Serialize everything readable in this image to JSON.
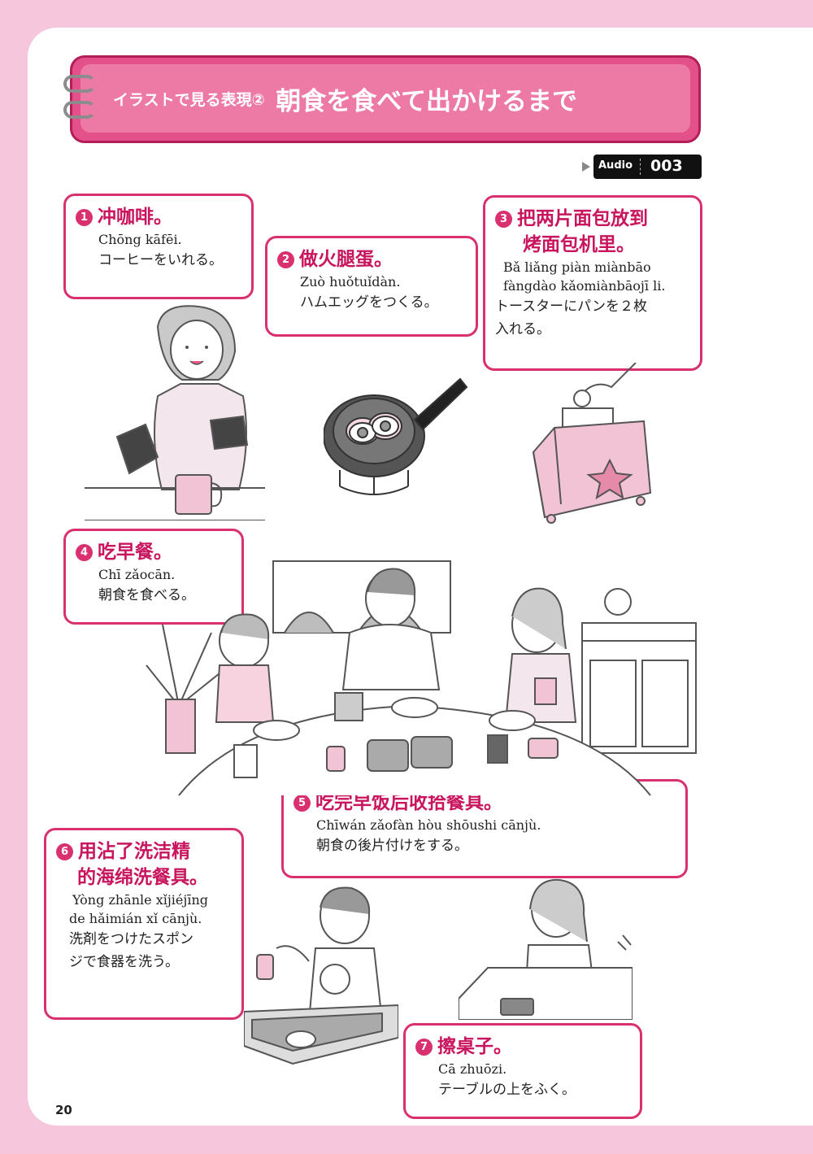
{
  "header": {
    "subtitle": "イラストで見る表現②",
    "title": "朝食を食べて出かけるまで"
  },
  "audio": {
    "label": "Audio",
    "track": "003"
  },
  "items": [
    {
      "num": "1",
      "zh": "冲咖啡。",
      "zh2": "",
      "pinyin": "Chōng kāfēi.",
      "pinyin2": "",
      "jp": "コーヒーをいれる。",
      "jp2": ""
    },
    {
      "num": "2",
      "zh": "做火腿蛋。",
      "zh2": "",
      "pinyin": "Zuò huǒtuǐdàn.",
      "pinyin2": "",
      "jp": "ハムエッグをつくる。",
      "jp2": ""
    },
    {
      "num": "3",
      "zh": "把两片面包放到",
      "zh2": "烤面包机里。",
      "pinyin": "Bǎ liǎng piàn miànbāo",
      "pinyin2": "fàngdào kǎomiànbāojī li.",
      "jp": "トースターにパンを２枚",
      "jp2": "入れる。"
    },
    {
      "num": "4",
      "zh": "吃早餐。",
      "zh2": "",
      "pinyin": "Chī zǎocān.",
      "pinyin2": "",
      "jp": "朝食を食べる。",
      "jp2": ""
    },
    {
      "num": "5",
      "zh": "吃完早饭后收拾餐具。",
      "zh2": "",
      "pinyin": "Chīwán zǎofàn hòu shōushi cānjù.",
      "pinyin2": "",
      "jp": "朝食の後片付けをする。",
      "jp2": ""
    },
    {
      "num": "6",
      "zh": "用沾了洗洁精",
      "zh2": "的海绵洗餐具。",
      "pinyin": "Yòng zhānle xǐjiéjīng",
      "pinyin2": "de hǎimián xǐ cānjù.",
      "jp": "洗剤をつけたスポン",
      "jp2": "ジで食器を洗う。"
    },
    {
      "num": "7",
      "zh": "擦桌子。",
      "zh2": "",
      "pinyin": "Cā zhuōzi.",
      "pinyin2": "",
      "jp": "テーブルの上をふく。",
      "jp2": ""
    }
  ],
  "page_number": "20",
  "colors": {
    "accent": "#d9306f",
    "title_bg": "#e4518a",
    "page_bg": "#f6c7dc",
    "chinese_text": "#c8155e"
  },
  "illustrations": [
    "woman-pouring-coffee",
    "frying-pan-ham-eggs",
    "toaster-with-bread",
    "family-breakfast-table",
    "man-washing-dishes",
    "woman-wiping-table"
  ]
}
